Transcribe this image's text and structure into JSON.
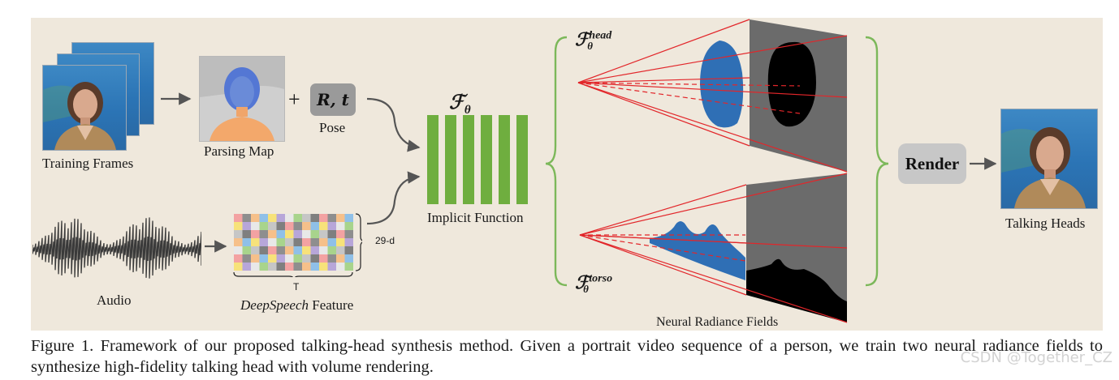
{
  "labels": {
    "training_frames": "Training Frames",
    "parsing_map": "Parsing Map",
    "plus": "+",
    "pose_symbol": "R, t",
    "pose": "Pose",
    "audio": "Audio",
    "feature_dim": "29-d",
    "feature_time": "T",
    "deepspeech_em": "DeepSpeech",
    "deepspeech_rest": " Feature",
    "f_theta": "ℱ",
    "f_theta_sub": "θ",
    "implicit_function": "Implicit Function",
    "f_head_sup": "head",
    "f_torso_sup": "torso",
    "nerf": "Neural Radiance Fields",
    "render": "Render",
    "talking_heads": "Talking Heads"
  },
  "caption": "Figure 1. Framework of our proposed talking-head synthesis method. Given a portrait video sequence of a person, we train two neural radiance fields to synthesize high-fidelity talking head with volume rendering.",
  "watermark": "CSDN @Together_CZ",
  "colors": {
    "panel_bg": "#efe8dc",
    "mlp_green": "#6fae3f",
    "brace_green": "#7cb85a",
    "ray_red": "#e2262a",
    "density_blue": "#2f6fb5",
    "screen_gray": "#6b6b6b",
    "pose_box": "#9a9a9a",
    "render_box": "#c7c7c7",
    "skin": "#d9a98e",
    "parsing_face": "#6a8bd8",
    "parsing_torso": "#f3a86b"
  },
  "icons": [
    "person-portrait-icon",
    "waveform-icon",
    "feature-grid-icon",
    "arrow-icon",
    "brace-icon"
  ]
}
